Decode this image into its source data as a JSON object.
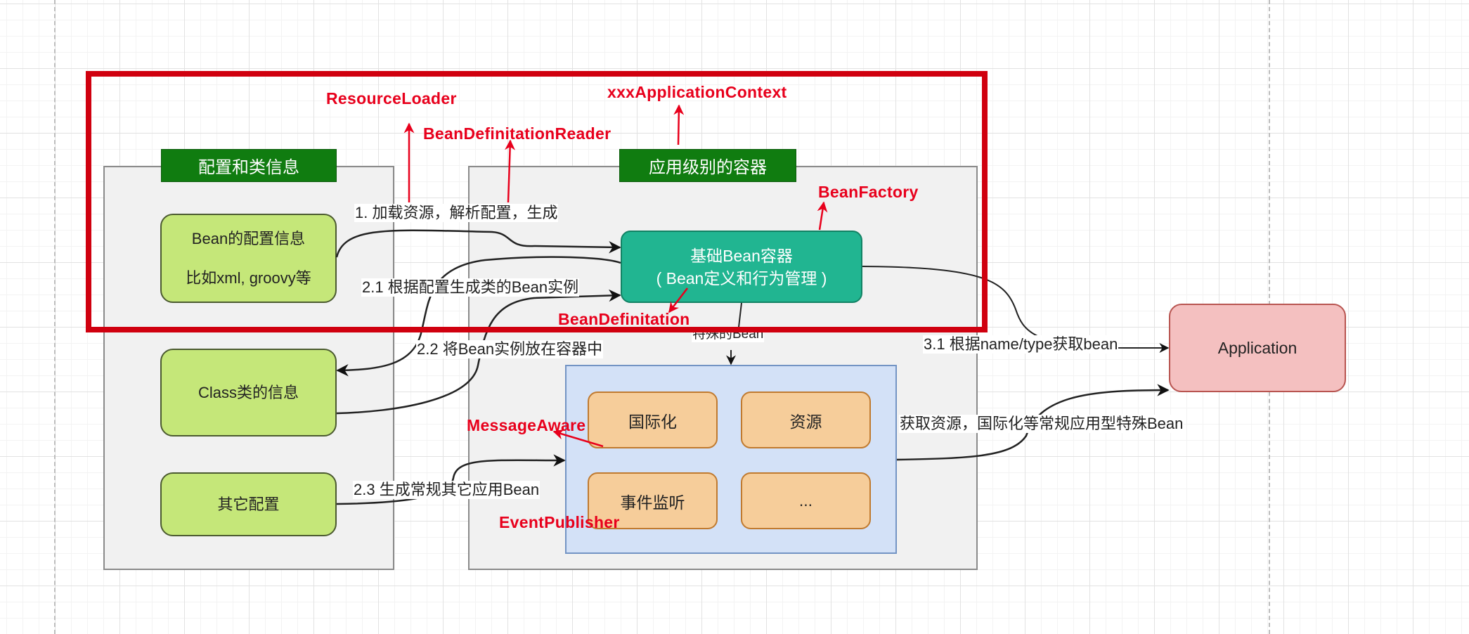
{
  "diagram": {
    "groups": {
      "config": {
        "header": "配置和类信息"
      },
      "app_container": {
        "header": "应用级别的容器"
      }
    },
    "nodes": {
      "bean_config": {
        "lines": [
          "Bean的配置信息",
          "比如xml, groovy等"
        ]
      },
      "class_info": {
        "label": "Class类的信息"
      },
      "other_config": {
        "label": "其它配置"
      },
      "base_container": {
        "line1": "基础Bean容器",
        "line2": "( Bean定义和行为管理 )"
      },
      "special_beans": [
        {
          "label": "国际化"
        },
        {
          "label": "资源"
        },
        {
          "label": "事件监听"
        },
        {
          "label": "..."
        }
      ],
      "application": {
        "label": "Application"
      }
    },
    "edge_labels": {
      "step1": "1. 加载资源，解析配置，生成",
      "step2_1": "2.1  根据配置生成类的Bean实例",
      "step2_2": "2.2 将Bean实例放在容器中",
      "step2_3": "2.3 生成常规其它应用Bean",
      "special_bean": "特殊的Bean",
      "step3_1": "3.1 根据name/type获取bean",
      "get_resources": "获取资源，国际化等常规应用型特殊Bean"
    },
    "annotations": {
      "resource_loader": "ResourceLoader",
      "bean_def_reader": "BeanDefinitationReader",
      "app_context": "xxxApplicationContext",
      "bean_factory": "BeanFactory",
      "bean_definition": "BeanDefinitation",
      "message_aware": "MessageAware",
      "event_publisher": "EventPublisher"
    },
    "colors": {
      "highlight": "#d0000f",
      "annotation": "#e8001c",
      "header_green": "#107c10",
      "node_green": "#c5e779",
      "teal": "#21b591",
      "blue_panel": "#d3e1f7",
      "orange": "#f6cd9a",
      "application": "#f4c0c0"
    }
  }
}
